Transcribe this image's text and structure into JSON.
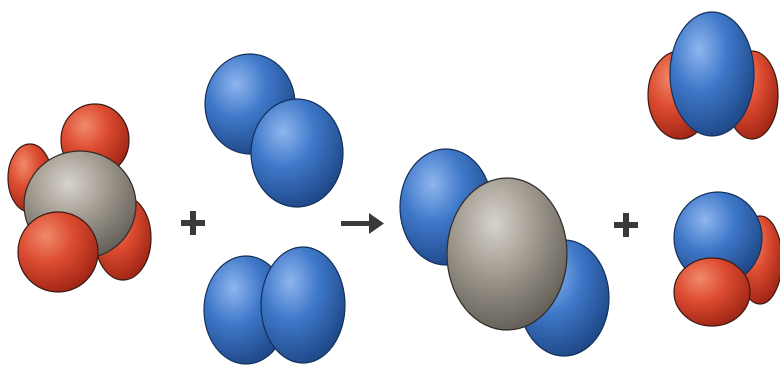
{
  "reaction": {
    "reactants": [
      {
        "molecule": "gray-core-four-red-atoms-model",
        "count": 1
      },
      {
        "molecule": "blue-diatomic-model",
        "count": 2
      }
    ],
    "products": [
      {
        "molecule": "blue-gray-blue-linear-model",
        "count": 1
      },
      {
        "molecule": "blue-red-triatomic-model",
        "count": 2
      }
    ],
    "operators": [
      "+",
      "→",
      "+"
    ]
  },
  "colors": {
    "red_atom": "#d9472f",
    "blue_atom": "#3f78c9",
    "gray_atom": "#9a948a",
    "arrow": "#3a3a3a",
    "background": "#ffffff"
  },
  "icons": [
    "plus-sign",
    "reaction-arrow",
    "plus-sign"
  ]
}
